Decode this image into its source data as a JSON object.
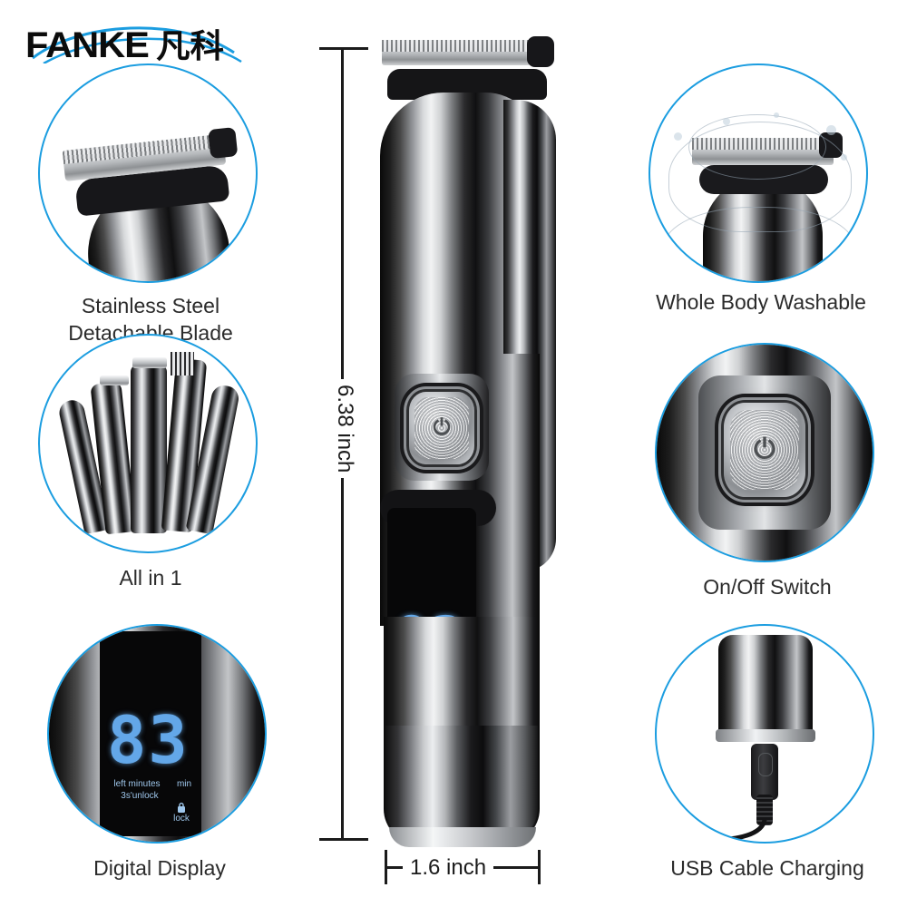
{
  "brand": {
    "name": "FANKE",
    "name_cn": "凡科"
  },
  "product": {
    "type": "hair clipper / beard trimmer",
    "dimensions": {
      "height_label": "6.38 inch",
      "width_label": "1.6 inch"
    },
    "display": {
      "value": "83",
      "left_label": "left minutes",
      "unlock_label": "3s'unlock",
      "unit_label": "min",
      "lock_label": "lock"
    }
  },
  "callouts": {
    "left": [
      {
        "id": "stainless-steel-detachable-blade",
        "label": "Stainless Steel\nDetachable Blade",
        "art": "blade-head"
      },
      {
        "id": "all-in-1",
        "label": "All in 1",
        "art": "attachment-set"
      },
      {
        "id": "digital-display",
        "label": "Digital Display",
        "art": "lcd-closeup"
      }
    ],
    "right": [
      {
        "id": "whole-body-washable",
        "label": "Whole Body Washable",
        "art": "water-splash"
      },
      {
        "id": "on-off-switch",
        "label": "On/Off Switch",
        "art": "power-button"
      },
      {
        "id": "usb-cable-charging",
        "label": "USB Cable Charging",
        "art": "usb-cable"
      }
    ]
  },
  "colors": {
    "accent": "#1b9de0",
    "lcd_blue": "#63a7e8",
    "text": "#2b2b2b",
    "background": "#ffffff"
  }
}
